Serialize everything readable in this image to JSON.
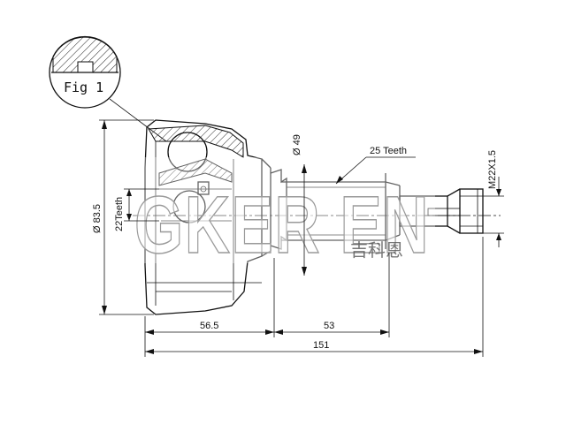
{
  "figure": {
    "label": "Fig 1"
  },
  "dimensions": {
    "outer_diameter": "Ø 83.5",
    "inner_teeth": "22Teeth",
    "bearing_diameter": "Ø 49",
    "outer_teeth": "25 Teeth",
    "thread": "M22X1.5",
    "length_bell": "56.5",
    "length_shaft": "53",
    "length_total": "151"
  },
  "watermark": {
    "brand": "GKER EN",
    "brand_cn": "吉科恩"
  }
}
